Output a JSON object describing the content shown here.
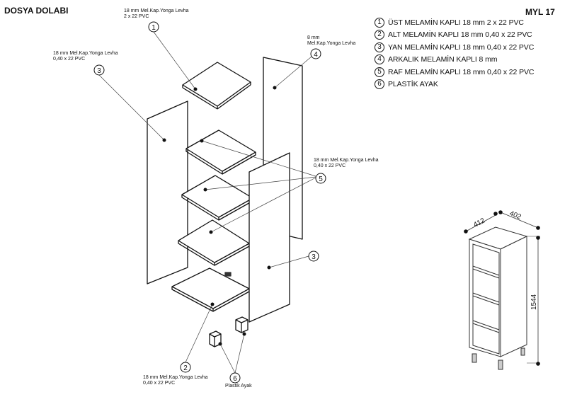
{
  "header": {
    "title": "DOSYA DOLABI",
    "model": "MYL 17"
  },
  "legend": [
    {
      "num": "1",
      "text": "ÜST MELAMİN KAPLI 18 mm 2 x 22 PVC"
    },
    {
      "num": "2",
      "text": "ALT MELAMİN KAPLI 18 mm  0,40 x 22 PVC"
    },
    {
      "num": "3",
      "text": "YAN MELAMİN KAPLI 18 mm  0,40 x 22 PVC"
    },
    {
      "num": "4",
      "text": "ARKALIK MELAMİN KAPLI 8 mm"
    },
    {
      "num": "5",
      "text": "RAF MELAMİN KAPLI 18 mm  0,40 x 22 PVC"
    },
    {
      "num": "6",
      "text": "PLASTİK AYAK"
    }
  ],
  "notes": {
    "top": {
      "line1": "18 mm Mel.Kap.Yonga Levha",
      "line2": "2 x 22 PVC"
    },
    "back": {
      "line1": "8 mm",
      "line2": "Mel.Kap.Yonga Levha"
    },
    "side": {
      "line1": "18 mm Mel.Kap.Yonga Levha",
      "line2": "0,40 x 22 PVC"
    },
    "shelf": {
      "line1": "18 mm Mel.Kap.Yonga Levha",
      "line2": "0,40 x 22 PVC"
    },
    "bottom": {
      "line1": "18 mm Mel.Kap.Yonga Levha",
      "line2": "0,40 x 22 PVC"
    },
    "foot": {
      "line1": "Plastik Ayak"
    }
  },
  "callouts": {
    "top": "1",
    "bottom": "2",
    "side_left": "3",
    "side_right": "3",
    "back": "4",
    "shelf": "5",
    "foot": "6"
  },
  "dimensions": {
    "depth": "412",
    "width": "402",
    "height": "1544"
  }
}
